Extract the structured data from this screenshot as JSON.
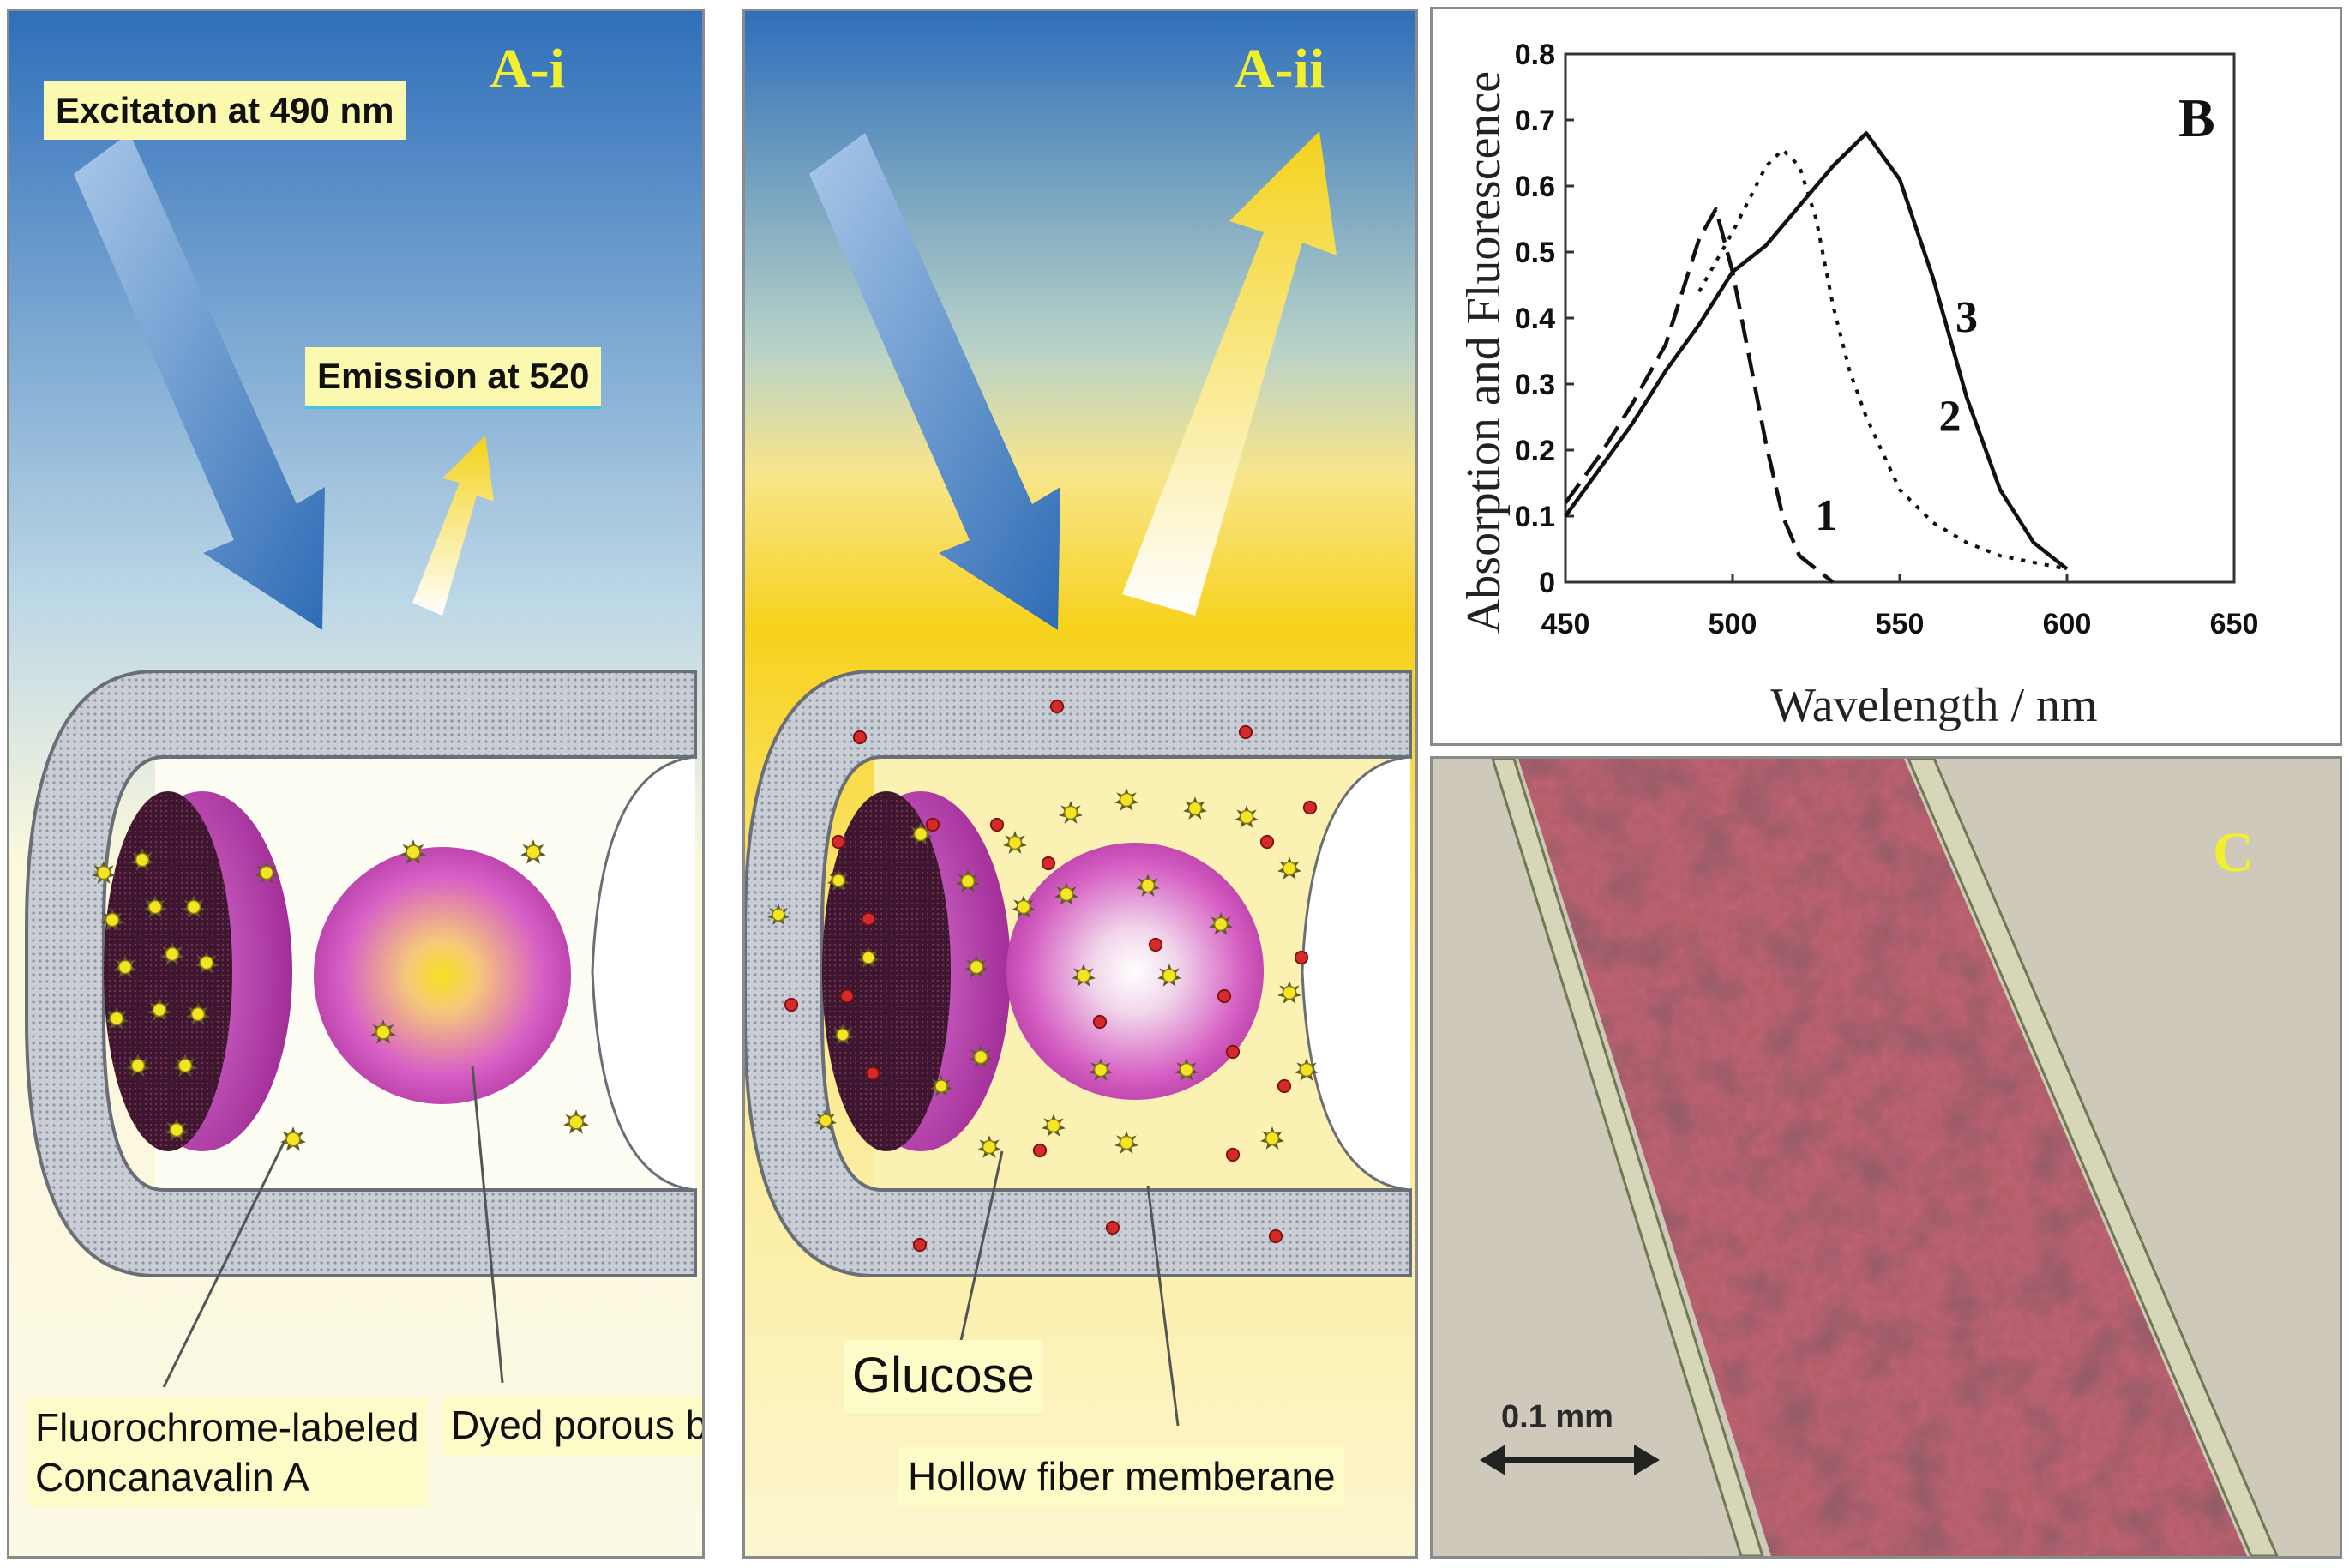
{
  "panel_ai": {
    "label": "A-i",
    "excitation": "Excitaton at  490 nm",
    "emission": "Emission  at  520",
    "label_conA_line1": "Fluorochrome-labeled",
    "label_conA_line2": "Concanavalin A",
    "label_bead": "Dyed porous bead"
  },
  "panel_aii": {
    "label": "A-ii",
    "label_glucose": "Glucose",
    "label_membrane": "Hollow fiber memberane"
  },
  "panel_b": {
    "label": "B"
  },
  "panel_c": {
    "label": "C",
    "scale_bar": "0.1 mm"
  },
  "colors": {
    "sky_blue": "#3a78c0",
    "cream": "#fcf8dc",
    "yellow_glow": "#f7d21c",
    "magenta_bead": "#c83cb4",
    "label_yellow": "#f2ee30",
    "fiber_red": "#a84c58"
  },
  "chart_data": {
    "type": "line",
    "xlabel": "Wavelength / nm",
    "ylabel": "Absorption and Fluorescence",
    "xlim": [
      450,
      650
    ],
    "ylim": [
      0,
      0.8
    ],
    "xticks": [
      "450",
      "500",
      "550",
      "600",
      "650"
    ],
    "yticks": [
      "0",
      "0.1",
      "0.2",
      "0.3",
      "0.4",
      "0.5",
      "0.6",
      "0.7",
      "0.8"
    ],
    "grid": false,
    "series": [
      {
        "name": "1",
        "style": "dashed",
        "points": [
          [
            450,
            0.12
          ],
          [
            460,
            0.19
          ],
          [
            470,
            0.27
          ],
          [
            480,
            0.36
          ],
          [
            490,
            0.52
          ],
          [
            495,
            0.565
          ],
          [
            500,
            0.47
          ],
          [
            505,
            0.34
          ],
          [
            510,
            0.21
          ],
          [
            515,
            0.1
          ],
          [
            520,
            0.04
          ],
          [
            525,
            0.02
          ],
          [
            530,
            0.0
          ]
        ]
      },
      {
        "name": "2",
        "style": "dotted",
        "points": [
          [
            490,
            0.44
          ],
          [
            500,
            0.53
          ],
          [
            510,
            0.63
          ],
          [
            515,
            0.655
          ],
          [
            520,
            0.63
          ],
          [
            525,
            0.55
          ],
          [
            530,
            0.42
          ],
          [
            535,
            0.32
          ],
          [
            540,
            0.25
          ],
          [
            550,
            0.14
          ],
          [
            560,
            0.09
          ],
          [
            570,
            0.06
          ],
          [
            580,
            0.04
          ],
          [
            590,
            0.03
          ],
          [
            600,
            0.02
          ]
        ]
      },
      {
        "name": "3",
        "style": "solid",
        "points": [
          [
            450,
            0.1
          ],
          [
            460,
            0.17
          ],
          [
            470,
            0.24
          ],
          [
            480,
            0.32
          ],
          [
            490,
            0.39
          ],
          [
            500,
            0.47
          ],
          [
            510,
            0.51
          ],
          [
            520,
            0.57
          ],
          [
            530,
            0.63
          ],
          [
            540,
            0.68
          ],
          [
            550,
            0.61
          ],
          [
            560,
            0.46
          ],
          [
            570,
            0.28
          ],
          [
            580,
            0.14
          ],
          [
            590,
            0.06
          ],
          [
            600,
            0.02
          ]
        ]
      }
    ]
  }
}
